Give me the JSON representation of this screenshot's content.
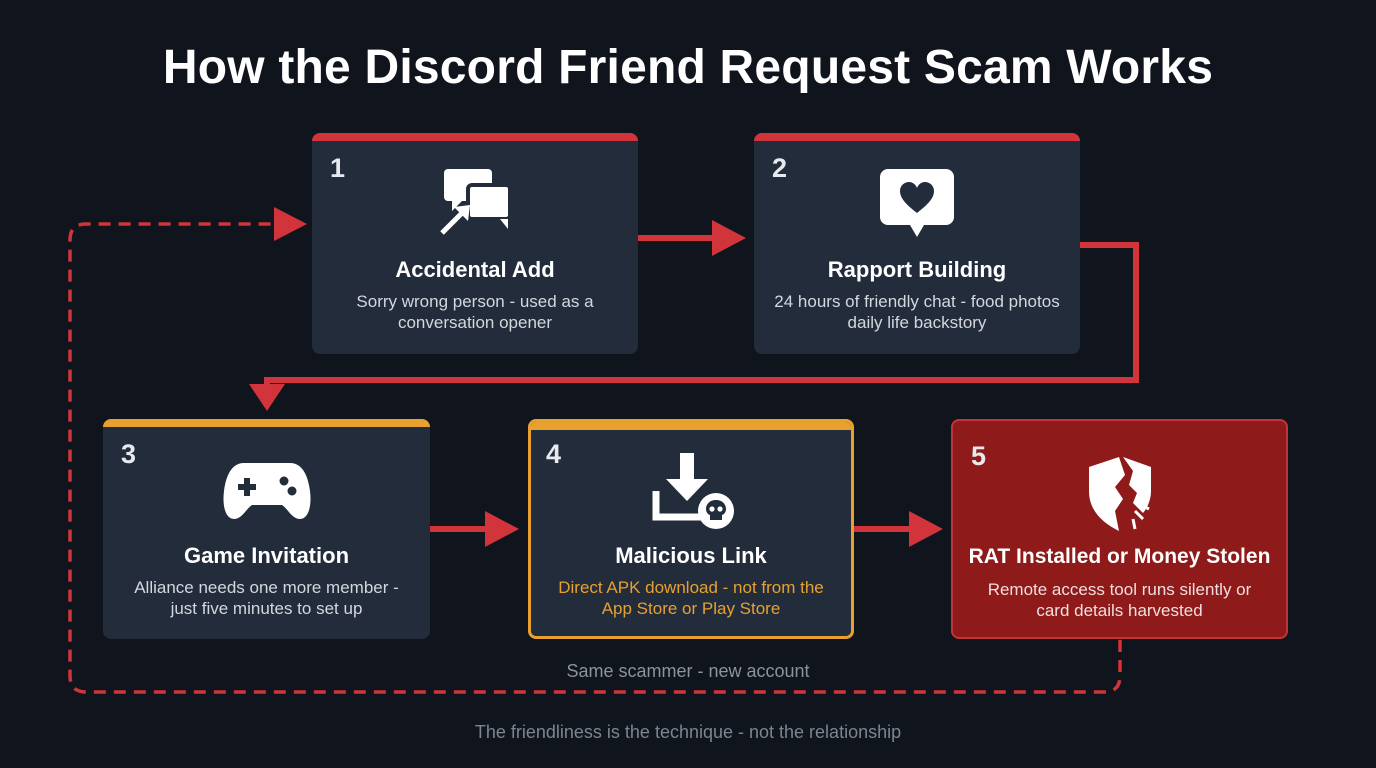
{
  "title": "How the Discord Friend Request Scam Works",
  "colors": {
    "background": "#0f141d",
    "card": "#232c3b",
    "red": "#d1343a",
    "orange": "#e8a12e",
    "danger_card": "#8f1a1a"
  },
  "steps": [
    {
      "number": "1",
      "icon": "chat-bubbles-arrow-icon",
      "title": "Accidental Add",
      "description": "Sorry wrong person - used as a conversation opener"
    },
    {
      "number": "2",
      "icon": "heart-message-icon",
      "title": "Rapport Building",
      "description": "24 hours of friendly chat - food photos daily life backstory"
    },
    {
      "number": "3",
      "icon": "gamepad-icon",
      "title": "Game Invitation",
      "description": "Alliance needs one more member - just five minutes to set up"
    },
    {
      "number": "4",
      "icon": "download-skull-icon",
      "title": "Malicious Link",
      "description": "Direct APK download - not from the App Store or Play Store"
    },
    {
      "number": "5",
      "icon": "broken-shield-icon",
      "title": "RAT Installed or Money Stolen",
      "description": "Remote access tool runs silently or card details harvested"
    }
  ],
  "loop_label": "Same scammer - new account",
  "footer": "The friendliness is the technique - not the relationship"
}
